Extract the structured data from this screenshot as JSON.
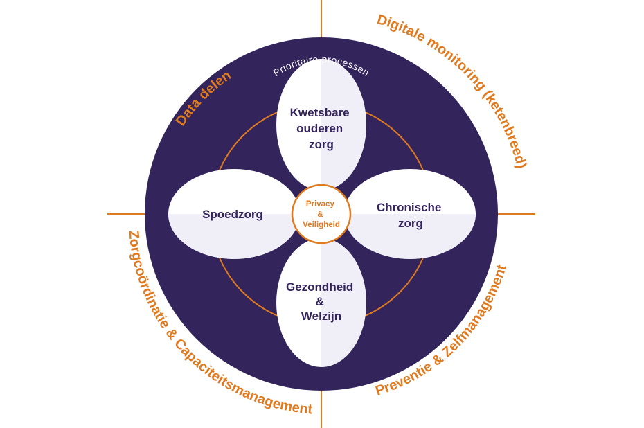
{
  "colors": {
    "purple": "#33245c",
    "orange": "#e07a1f",
    "petal": "#ffffff",
    "petal_shade": "#f0eef7",
    "background": "#ffffff"
  },
  "outer_labels": {
    "data_delen": "Data delen",
    "digitale_monitoring": "Digitale monitoring (ketenbreed)",
    "zorgcoordinatie": "Zorgcoördinatie & Capaciteitsmanagement",
    "preventie": "Preventie & Zelfmanagement"
  },
  "ring_label": "Prioritaire processen",
  "petals": {
    "top": [
      "Kwetsbare",
      "ouderen",
      "zorg"
    ],
    "right": [
      "Chronische",
      "zorg"
    ],
    "bottom": [
      "Gezondheid",
      "&",
      "Welzijn"
    ],
    "left": [
      "Spoedzorg"
    ]
  },
  "center": [
    "Privacy",
    "&",
    "Veiligheid"
  ]
}
